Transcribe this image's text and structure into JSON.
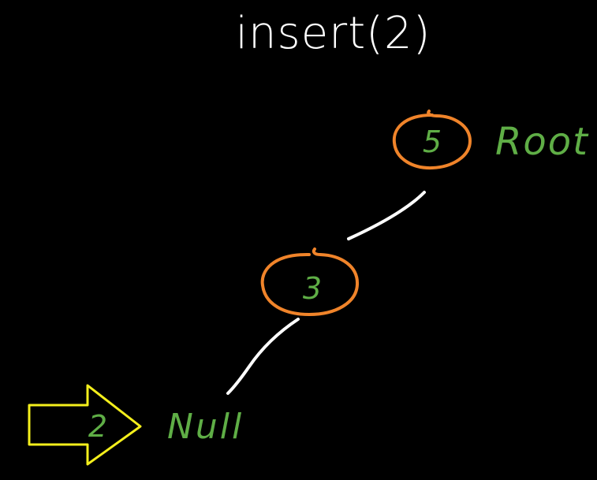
{
  "title": "insert(2)",
  "tree": {
    "root_node": {
      "value": "5",
      "tag": "Root"
    },
    "child_node": {
      "value": "3"
    },
    "empty_slot": {
      "label": "Null"
    }
  },
  "pending": {
    "value": "2"
  },
  "colors": {
    "background": "#000000",
    "title": "#ffffff",
    "node_outline": "#f0842a",
    "node_text": "#5fae46",
    "edge": "#ffffff",
    "arrow": "#f4ef1c"
  }
}
